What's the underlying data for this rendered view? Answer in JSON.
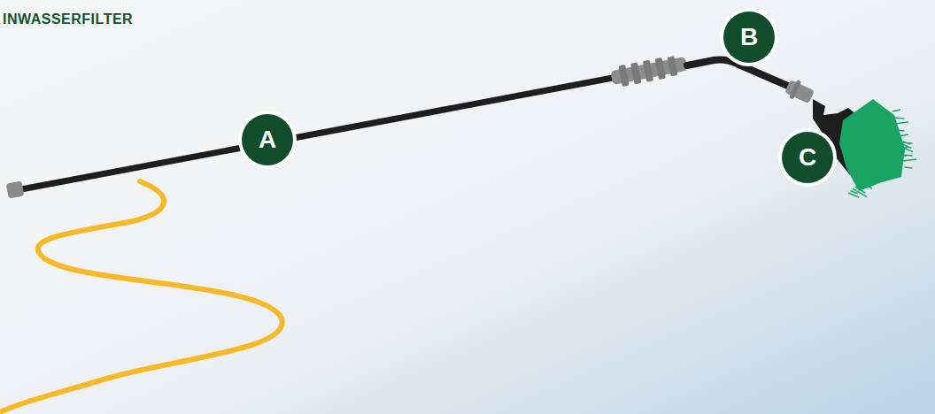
{
  "diagram": {
    "title": "INWASSERFILTER",
    "labels": [
      "A",
      "B",
      "C"
    ]
  }
}
